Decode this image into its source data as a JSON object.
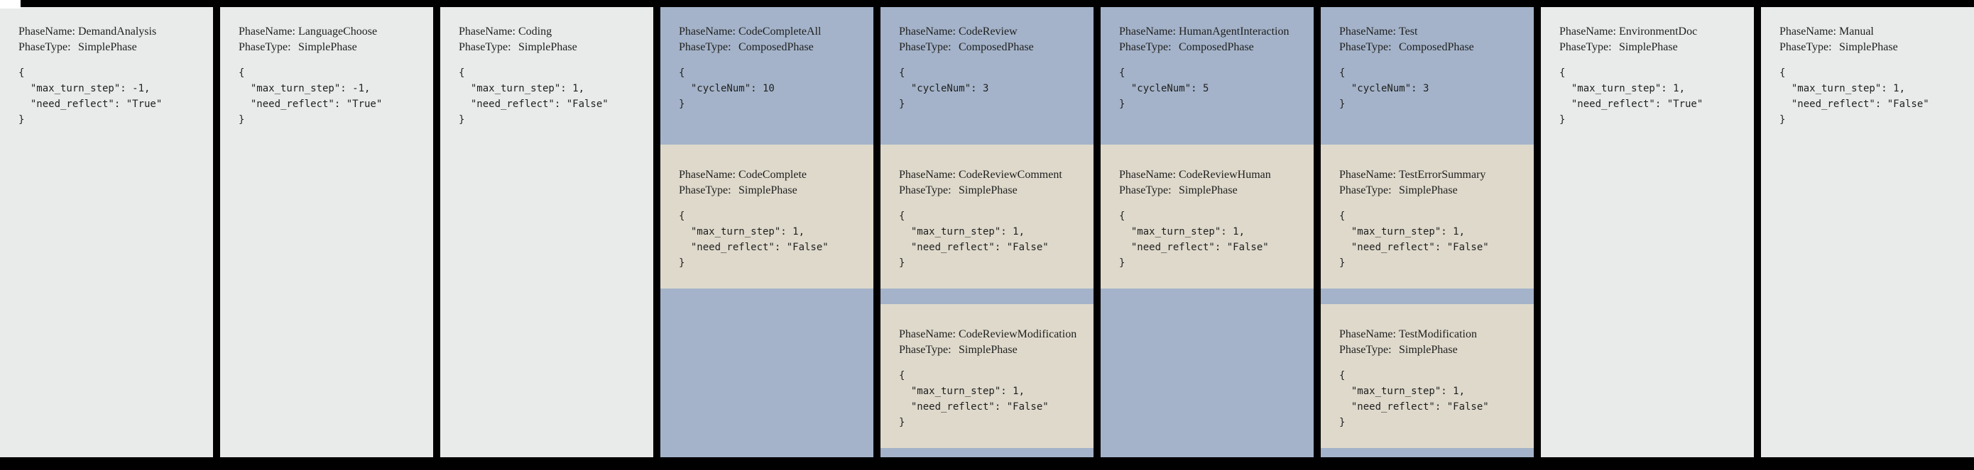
{
  "labels": {
    "phase_name": "PhaseName:",
    "phase_type": "PhaseType:"
  },
  "colors": {
    "frame": "#000000",
    "simple-bg": "#e8ebe9",
    "composed-bg": "#a4b3c9",
    "subphase-bg": "#ded9cb",
    "text": "#1f1f1f"
  },
  "columns": [
    {
      "kind": "simple",
      "phase": {
        "name": "DemandAnalysis",
        "type": "SimplePhase",
        "json": "{\n  \"max_turn_step\": -1,\n  \"need_reflect\": \"True\"\n}"
      }
    },
    {
      "kind": "simple",
      "phase": {
        "name": "LanguageChoose",
        "type": "SimplePhase",
        "json": "{\n  \"max_turn_step\": -1,\n  \"need_reflect\": \"True\"\n}"
      }
    },
    {
      "kind": "simple",
      "phase": {
        "name": "Coding",
        "type": "SimplePhase",
        "json": "{\n  \"max_turn_step\": 1,\n  \"need_reflect\": \"False\"\n}"
      }
    },
    {
      "kind": "composed",
      "phase": {
        "name": "CodeCompleteAll",
        "type": "ComposedPhase",
        "json": "{\n  \"cycleNum\": 10\n}"
      },
      "subphases": [
        {
          "name": "CodeComplete",
          "type": "SimplePhase",
          "json": "{\n  \"max_turn_step\": 1,\n  \"need_reflect\": \"False\"\n}"
        }
      ]
    },
    {
      "kind": "composed",
      "phase": {
        "name": "CodeReview",
        "type": "ComposedPhase",
        "json": "{\n  \"cycleNum\": 3\n}"
      },
      "subphases": [
        {
          "name": "CodeReviewComment",
          "type": "SimplePhase",
          "json": "{\n  \"max_turn_step\": 1,\n  \"need_reflect\": \"False\"\n}"
        },
        {
          "name": "CodeReviewModification",
          "type": "SimplePhase",
          "json": "{\n  \"max_turn_step\": 1,\n  \"need_reflect\": \"False\"\n}"
        }
      ]
    },
    {
      "kind": "composed",
      "phase": {
        "name": "HumanAgentInteraction",
        "type": "ComposedPhase",
        "json": "{\n  \"cycleNum\": 5\n}"
      },
      "subphases": [
        {
          "name": "CodeReviewHuman",
          "type": "SimplePhase",
          "json": "{\n  \"max_turn_step\": 1,\n  \"need_reflect\": \"False\"\n}"
        }
      ]
    },
    {
      "kind": "composed",
      "phase": {
        "name": "Test",
        "type": "ComposedPhase",
        "json": "{\n  \"cycleNum\": 3\n}"
      },
      "subphases": [
        {
          "name": "TestErrorSummary",
          "type": "SimplePhase",
          "json": "{\n  \"max_turn_step\": 1,\n  \"need_reflect\": \"False\"\n}"
        },
        {
          "name": "TestModification",
          "type": "SimplePhase",
          "json": "{\n  \"max_turn_step\": 1,\n  \"need_reflect\": \"False\"\n}"
        }
      ]
    },
    {
      "kind": "simple",
      "phase": {
        "name": "EnvironmentDoc",
        "type": "SimplePhase",
        "json": "{\n  \"max_turn_step\": 1,\n  \"need_reflect\": \"True\"\n}"
      }
    },
    {
      "kind": "simple",
      "phase": {
        "name": "Manual",
        "type": "SimplePhase",
        "json": "{\n  \"max_turn_step\": 1,\n  \"need_reflect\": \"False\"\n}"
      }
    }
  ]
}
